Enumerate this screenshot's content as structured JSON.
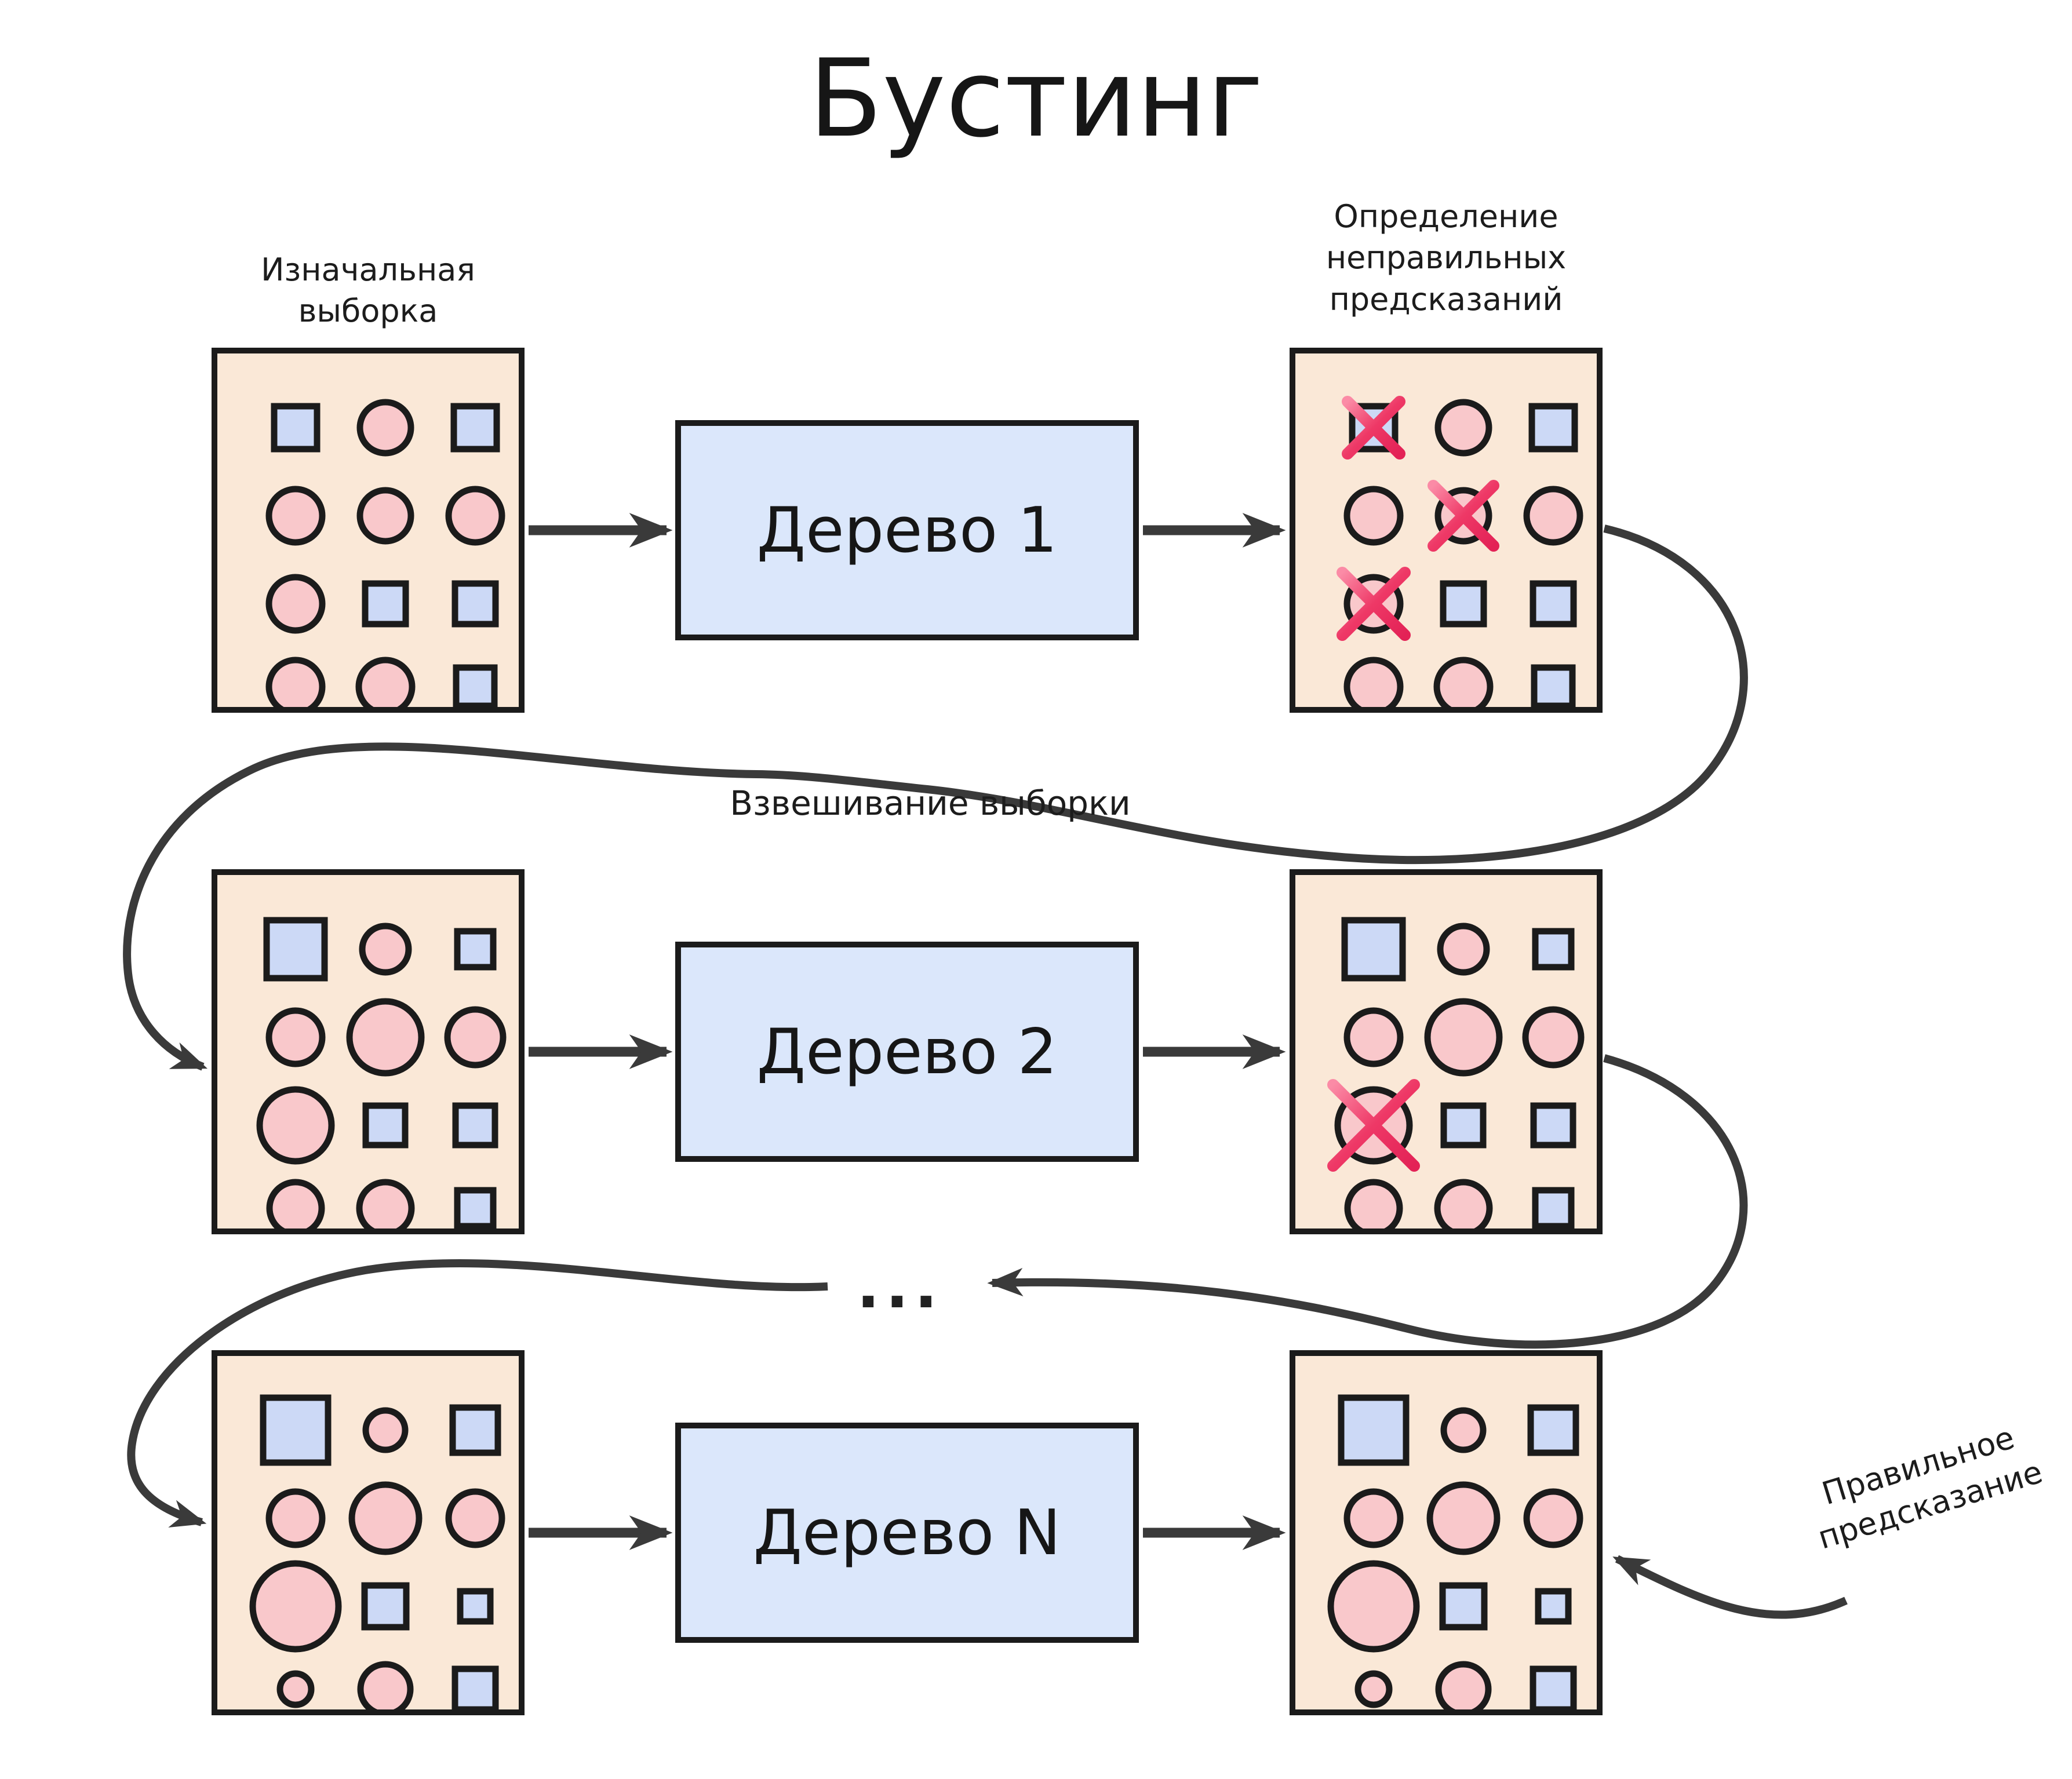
{
  "title": "Бустинг",
  "colors": {
    "background": "#ffffff",
    "sample_box_fill": "#fae8d7",
    "tree_box_fill": "#dbe7fb",
    "square_fill": "#ccd9f6",
    "circle_fill": "#f9c8cb",
    "outline": "#1b1b1b",
    "connector": "#3a3a3a",
    "cross_gradient": [
      "#fb8ba6",
      "#ee3866",
      "#e32256"
    ]
  },
  "labels": {
    "initial_sample": "Изначальная\nвыборка",
    "wrong_predictions": "Определение\nнеправильных\nпредсказаний",
    "sample_weighting": "Взвешивание выборки",
    "correct_prediction": "Правильное\nпредсказание",
    "ellipsis": "..."
  },
  "trees": [
    {
      "label": "Дерево 1"
    },
    {
      "label": "Дерево 2"
    },
    {
      "label": "Дерево N"
    }
  ],
  "grid": {
    "cols": [
      135,
      290,
      445
    ],
    "rows": [
      128,
      280,
      432,
      575
    ]
  },
  "sample_boxes": [
    {
      "id": "initial",
      "cells": [
        [
          {
            "t": "sq",
            "s": 74
          },
          {
            "t": "ci",
            "s": 44
          },
          {
            "t": "sq",
            "s": 74
          }
        ],
        [
          {
            "t": "ci",
            "s": 46
          },
          {
            "t": "ci",
            "s": 44
          },
          {
            "t": "ci",
            "s": 46
          }
        ],
        [
          {
            "t": "ci",
            "s": 46
          },
          {
            "t": "sq",
            "s": 70
          },
          {
            "t": "sq",
            "s": 70
          }
        ],
        [
          {
            "t": "ci",
            "s": 46
          },
          {
            "t": "ci",
            "s": 46
          },
          {
            "t": "sq",
            "s": 66
          }
        ]
      ]
    },
    {
      "id": "errors-1",
      "cells": [
        [
          {
            "t": "sq",
            "s": 74,
            "x": true
          },
          {
            "t": "ci",
            "s": 44
          },
          {
            "t": "sq",
            "s": 74
          }
        ],
        [
          {
            "t": "ci",
            "s": 46
          },
          {
            "t": "ci",
            "s": 44,
            "x": true
          },
          {
            "t": "ci",
            "s": 46
          }
        ],
        [
          {
            "t": "ci",
            "s": 46,
            "x": true
          },
          {
            "t": "sq",
            "s": 70
          },
          {
            "t": "sq",
            "s": 70
          }
        ],
        [
          {
            "t": "ci",
            "s": 46
          },
          {
            "t": "ci",
            "s": 46
          },
          {
            "t": "sq",
            "s": 66
          }
        ]
      ]
    },
    {
      "id": "weighted-1",
      "cells": [
        [
          {
            "t": "sq",
            "s": 100
          },
          {
            "t": "ci",
            "s": 40
          },
          {
            "t": "sq",
            "s": 62
          }
        ],
        [
          {
            "t": "ci",
            "s": 46
          },
          {
            "t": "ci",
            "s": 62
          },
          {
            "t": "ci",
            "s": 48
          }
        ],
        [
          {
            "t": "ci",
            "s": 62
          },
          {
            "t": "sq",
            "s": 68
          },
          {
            "t": "sq",
            "s": 68
          }
        ],
        [
          {
            "t": "ci",
            "s": 45
          },
          {
            "t": "ci",
            "s": 45
          },
          {
            "t": "sq",
            "s": 62
          }
        ]
      ]
    },
    {
      "id": "errors-2",
      "cells": [
        [
          {
            "t": "sq",
            "s": 100
          },
          {
            "t": "ci",
            "s": 40
          },
          {
            "t": "sq",
            "s": 62
          }
        ],
        [
          {
            "t": "ci",
            "s": 46
          },
          {
            "t": "ci",
            "s": 62
          },
          {
            "t": "ci",
            "s": 48
          }
        ],
        [
          {
            "t": "ci",
            "s": 62,
            "x": true
          },
          {
            "t": "sq",
            "s": 68
          },
          {
            "t": "sq",
            "s": 68
          }
        ],
        [
          {
            "t": "ci",
            "s": 45
          },
          {
            "t": "ci",
            "s": 45
          },
          {
            "t": "sq",
            "s": 62
          }
        ]
      ]
    },
    {
      "id": "weighted-2",
      "cells": [
        [
          {
            "t": "sq",
            "s": 112
          },
          {
            "t": "ci",
            "s": 34
          },
          {
            "t": "sq",
            "s": 78
          }
        ],
        [
          {
            "t": "ci",
            "s": 46
          },
          {
            "t": "ci",
            "s": 58
          },
          {
            "t": "ci",
            "s": 46
          }
        ],
        [
          {
            "t": "ci",
            "s": 74
          },
          {
            "t": "sq",
            "s": 72
          },
          {
            "t": "sq",
            "s": 52
          }
        ],
        [
          {
            "t": "ci",
            "s": 27
          },
          {
            "t": "ci",
            "s": 43
          },
          {
            "t": "sq",
            "s": 70
          }
        ]
      ]
    },
    {
      "id": "final",
      "cells": [
        [
          {
            "t": "sq",
            "s": 112
          },
          {
            "t": "ci",
            "s": 34
          },
          {
            "t": "sq",
            "s": 78
          }
        ],
        [
          {
            "t": "ci",
            "s": 46
          },
          {
            "t": "ci",
            "s": 58
          },
          {
            "t": "ci",
            "s": 46
          }
        ],
        [
          {
            "t": "ci",
            "s": 74
          },
          {
            "t": "sq",
            "s": 72
          },
          {
            "t": "sq",
            "s": 52
          }
        ],
        [
          {
            "t": "ci",
            "s": 27
          },
          {
            "t": "ci",
            "s": 43
          },
          {
            "t": "sq",
            "s": 70
          }
        ]
      ]
    }
  ]
}
